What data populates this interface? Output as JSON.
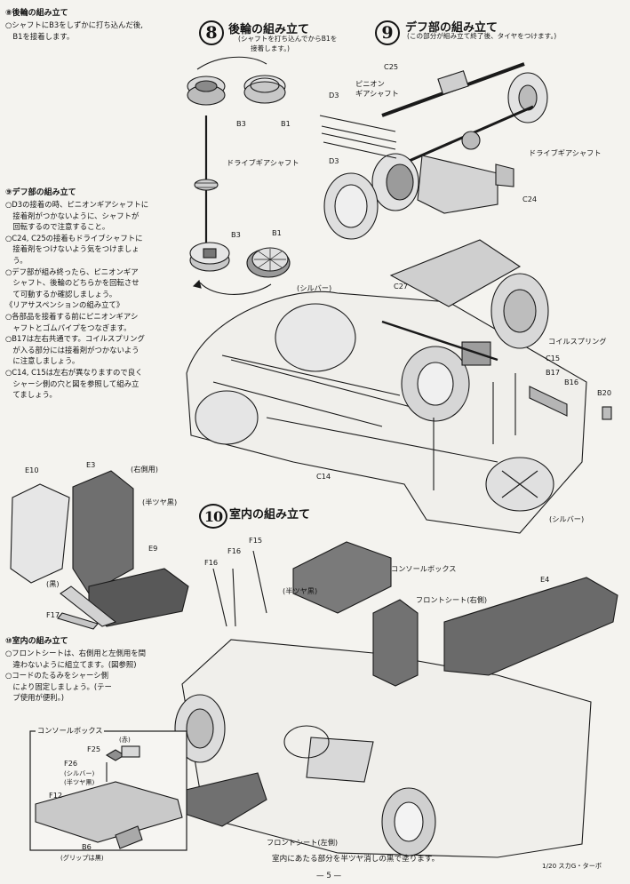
{
  "left_notes": {
    "s8": {
      "title": "⑧後輪の組み立て",
      "lines": [
        "○シャフトにB3をしずかに打ち込んだ後,",
        "　B1を接着します。"
      ]
    },
    "s9": {
      "title": "⑨デフ部の組み立て",
      "lines": [
        "○D3の接着の時、ピニオンギアシャフトに",
        "　接着剤がつかないように、シャフトが",
        "　回転するので注意すること。",
        "○C24, C25の接着もドライブシャフトに",
        "　接着剤をつけないよう気をつけましょ",
        "　う。",
        "○デフ部が組み終ったら、ピニオンギア",
        "　シャフト、後輪のどちらかを回転させ",
        "　て可動するか確認しましょう。",
        "《リアサスペンションの組み立て》",
        "○各部品を接着する前にピニオンギアシ",
        "　ャフトとゴムパイプをつなぎます。",
        "○B17は左右共通です。コイルスプリング",
        "　が入る部分には接着剤がつかないよう",
        "　に注意しましょう。",
        "○C14, C15は左右が異なりますので良く",
        "　シャーシ側の穴と図を参照して組み立",
        "　てましょう。"
      ]
    },
    "s10": {
      "title": "⑩室内の組み立て",
      "lines": [
        "○フロントシートは、右側用と左側用を間",
        "　違わないように組立てます。(図参照)",
        "○コードのたるみをシャーシ側",
        "　により固定しましょう。(テー",
        "　プ使用が便利。)"
      ]
    }
  },
  "step8": {
    "number": "8",
    "title": "後輪の組み立て",
    "subtitle": [
      "(シャフトを打ち込んでからB1を",
      "接着します。)"
    ]
  },
  "step9": {
    "number": "9",
    "title": "デフ部の組み立て",
    "subtitle": [
      "(この部分が組み立て終了後、タイヤをつけます。)"
    ]
  },
  "step10": {
    "number": "10",
    "title": "室内の組み立て"
  },
  "labels8": {
    "b3_top": "B3",
    "b1_top": "B1",
    "drive_shaft": "ドライブギアシャフト",
    "b3_bottom": "B3",
    "b1_bottom": "B1"
  },
  "labels9": {
    "c25": "C25",
    "pinion": [
      "ピニオン",
      "ギアシャフト"
    ],
    "d3_top": "D3",
    "d3_bottom": "D3",
    "drive_shaft": "ドライブギアシャフト",
    "c24": "C24",
    "c27": "C27",
    "silver": "(シルバー)",
    "coil_spring": "コイルスプリング",
    "c15": "C15",
    "b17": "B17",
    "b16": "B16",
    "b20": "B20",
    "c14": "C14",
    "silver2": "(シルバー)"
  },
  "seats": {
    "e10": "E10",
    "e3": "E3",
    "right_use": "(右側用)",
    "semi_gloss": "(半ツヤ黒)",
    "e9": "E9",
    "black": "(黒)",
    "f17": "F17"
  },
  "labels10": {
    "f15": "F15",
    "f16a": "F16",
    "f16b": "F16",
    "semi_gloss": "(半ツヤ黒)",
    "console_box": "コンソールボックス",
    "front_seat_right": "フロントシート(右側)",
    "e4": "E4",
    "front_seat_left": "フロントシート(左側)"
  },
  "console_inset": {
    "title": "コンソールボックス",
    "red": "(赤)",
    "f25": "F25",
    "f26": "F26",
    "silver": "(シルバー)",
    "semi_gloss": "(半ツヤ黒)",
    "f12": "F12",
    "b6": "B6",
    "grip": "(グリップは黒)"
  },
  "footer": {
    "note": "室内にあたる部分を半ツヤ消しの黒で塗ります。",
    "model": "1/20 スカG・ターボ",
    "page": "— 5 —"
  }
}
